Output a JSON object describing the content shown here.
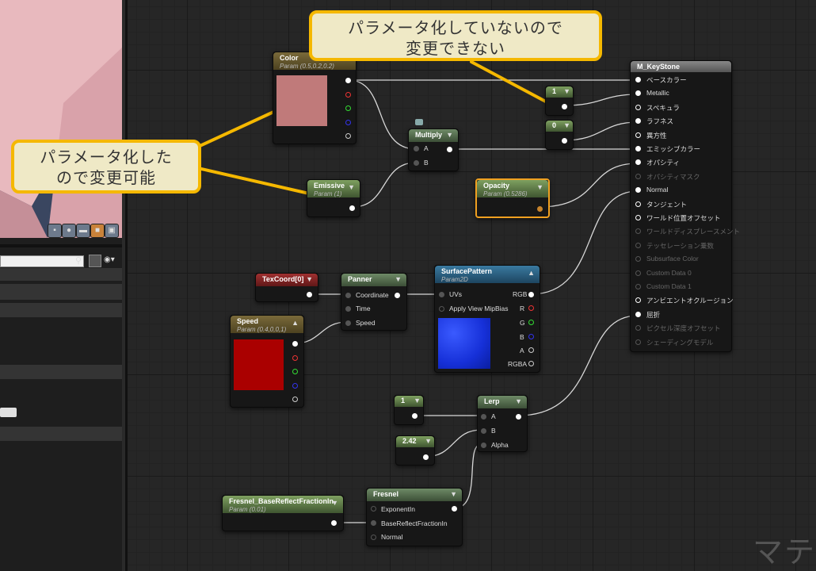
{
  "nodes": {
    "color": {
      "title": "Color",
      "subtitle": "Param (0.5,0.2,0.2)"
    },
    "multiply": {
      "title": "Multiply",
      "pins": [
        "A",
        "B"
      ]
    },
    "emissive": {
      "title": "Emissive",
      "subtitle": "Param (1)"
    },
    "const1": {
      "value": "1"
    },
    "const0": {
      "value": "0"
    },
    "opacity": {
      "title": "Opacity",
      "subtitle": "Param (0.5286)"
    },
    "texcoord": {
      "title": "TexCoord[0]"
    },
    "panner": {
      "title": "Panner",
      "pins": [
        "Coordinate",
        "Time",
        "Speed"
      ]
    },
    "speed": {
      "title": "Speed",
      "subtitle": "Param (0.4,0,0,1)"
    },
    "surface": {
      "title": "SurfacePattern",
      "subtitle": "Param2D",
      "inputs": [
        "UVs",
        "Apply View MipBias"
      ],
      "outputs": [
        "RGB",
        "R",
        "G",
        "B",
        "A",
        "RGBA"
      ]
    },
    "lerp_a": {
      "value": "1"
    },
    "lerp_alpha": {
      "value": "2.42"
    },
    "lerp": {
      "title": "Lerp",
      "pins": [
        "A",
        "B",
        "Alpha"
      ]
    },
    "fresnel_param": {
      "title": "Fresnel_BaseReflectFractionIn",
      "subtitle": "Param (0.01)"
    },
    "fresnel": {
      "title": "Fresnel",
      "pins": [
        "ExponentIn",
        "BaseReflectFractionIn",
        "Normal"
      ]
    },
    "result": {
      "title": "M_KeyStone",
      "pins": [
        "ベースカラー",
        "Metallic",
        "スペキュラ",
        "ラフネス",
        "異方性",
        "エミッシブカラー",
        "オパシティ",
        "オパシティマスク",
        "Normal",
        "タンジェント",
        "ワールド位置オフセット",
        "ワールドディスプレースメント",
        "テッセレーション乗数",
        "Subsurface Color",
        "Custom Data 0",
        "Custom Data 1",
        "アンビエントオクルージョン",
        "屈折",
        "ピクセル深度オフセット",
        "シェーディングモデル"
      ]
    }
  },
  "callouts": {
    "top": {
      "line1": "パラメータ化していないので",
      "line2": "変更できない"
    },
    "left": {
      "line1": "パラメータ化した",
      "line2": "ので変更可能"
    }
  },
  "watermark": "マテ",
  "colors": {
    "color_swatch": "#c07a7a",
    "speed_swatch": "#aa0000",
    "callout_border": "#f5b800"
  }
}
